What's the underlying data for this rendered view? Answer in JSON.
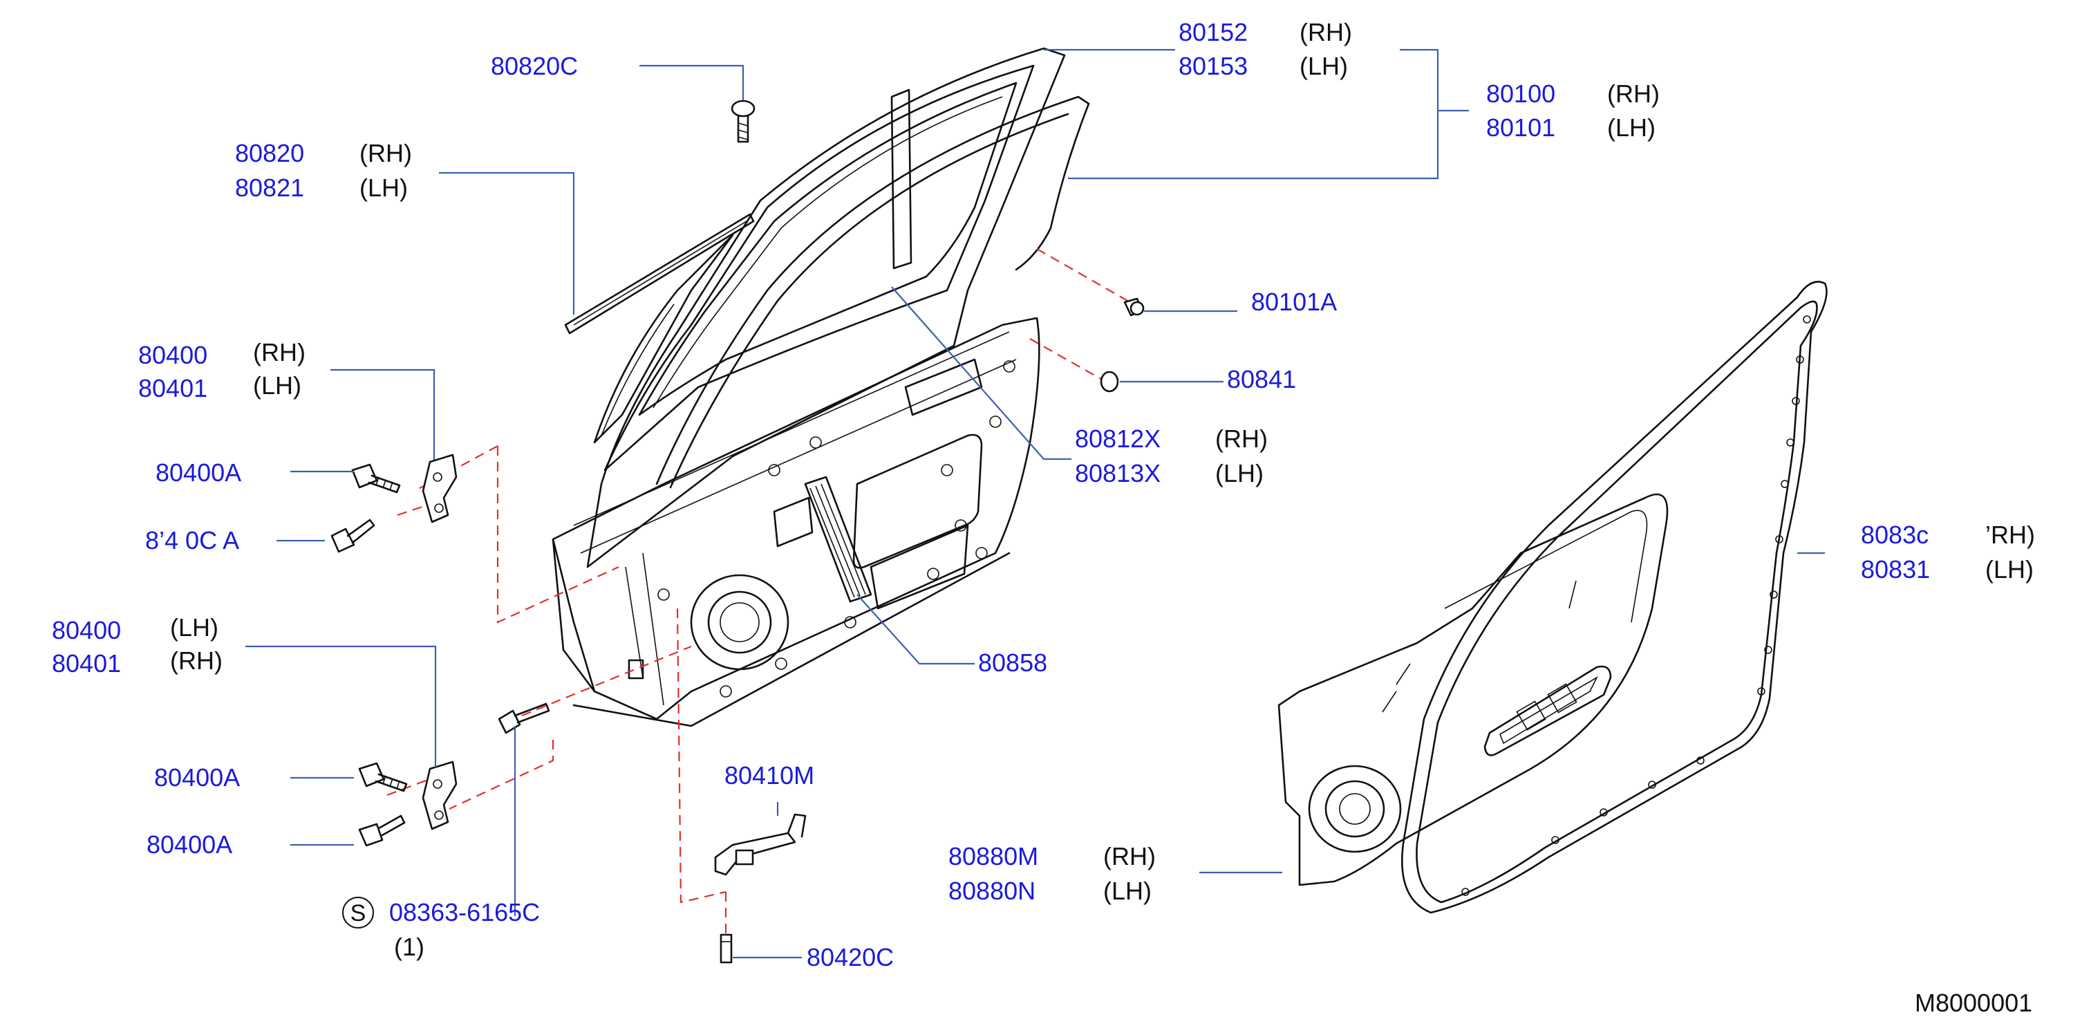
{
  "callouts": [
    {
      "id": "c-80152",
      "number": "80152",
      "side": "(RH)"
    },
    {
      "id": "c-80153",
      "number": "80153",
      "side": "(LH)"
    },
    {
      "id": "c-80820C",
      "number": "80820C",
      "side": ""
    },
    {
      "id": "c-80100",
      "number": "80100",
      "side": "(RH)"
    },
    {
      "id": "c-80101",
      "number": "80101",
      "side": "(LH)"
    },
    {
      "id": "c-80820",
      "number": "80820",
      "side": "(RH)"
    },
    {
      "id": "c-80821",
      "number": "80821",
      "side": "(LH)"
    },
    {
      "id": "c-80101A",
      "number": "80101A",
      "side": ""
    },
    {
      "id": "c-80841",
      "number": "80841",
      "side": ""
    },
    {
      "id": "c-80400-1",
      "number": "80400",
      "side": "(RH)"
    },
    {
      "id": "c-80401-1",
      "number": "80401",
      "side": "(LH)"
    },
    {
      "id": "c-80812X",
      "number": "80812X",
      "side": "(RH)"
    },
    {
      "id": "c-80813X",
      "number": "80813X",
      "side": "(LH)"
    },
    {
      "id": "c-80400A-1",
      "number": "80400A",
      "side": ""
    },
    {
      "id": "c-80400A-2",
      "number": "8’4 0C A",
      "side": ""
    },
    {
      "id": "c-80830",
      "number": "8083с",
      "side": "’RH)"
    },
    {
      "id": "c-80831",
      "number": "80831",
      "side": "(LH)"
    },
    {
      "id": "c-80400-2",
      "number": "80400",
      "side": "(LH)"
    },
    {
      "id": "c-80401-2",
      "number": "80401",
      "side": "(RH)"
    },
    {
      "id": "c-80858",
      "number": "80858",
      "side": ""
    },
    {
      "id": "c-80400A-3",
      "number": "80400A",
      "side": ""
    },
    {
      "id": "c-80410M",
      "number": "80410M",
      "side": ""
    },
    {
      "id": "c-80400A-4",
      "number": "80400A",
      "side": ""
    },
    {
      "id": "c-80880M",
      "number": "80880M",
      "side": "(RH)"
    },
    {
      "id": "c-80880N",
      "number": "80880N",
      "side": "(LH)"
    },
    {
      "id": "c-08363",
      "number": "08363-6165C",
      "side": "(1)"
    },
    {
      "id": "c-80420C",
      "number": "80420C",
      "side": ""
    }
  ],
  "standard_part_symbol": "S",
  "diagram_code": "M8000001",
  "colors": {
    "part_number": "#1a1adc",
    "leader": "#3b5fb0",
    "dashed_leader": "#e03030",
    "outline": "#111111"
  }
}
